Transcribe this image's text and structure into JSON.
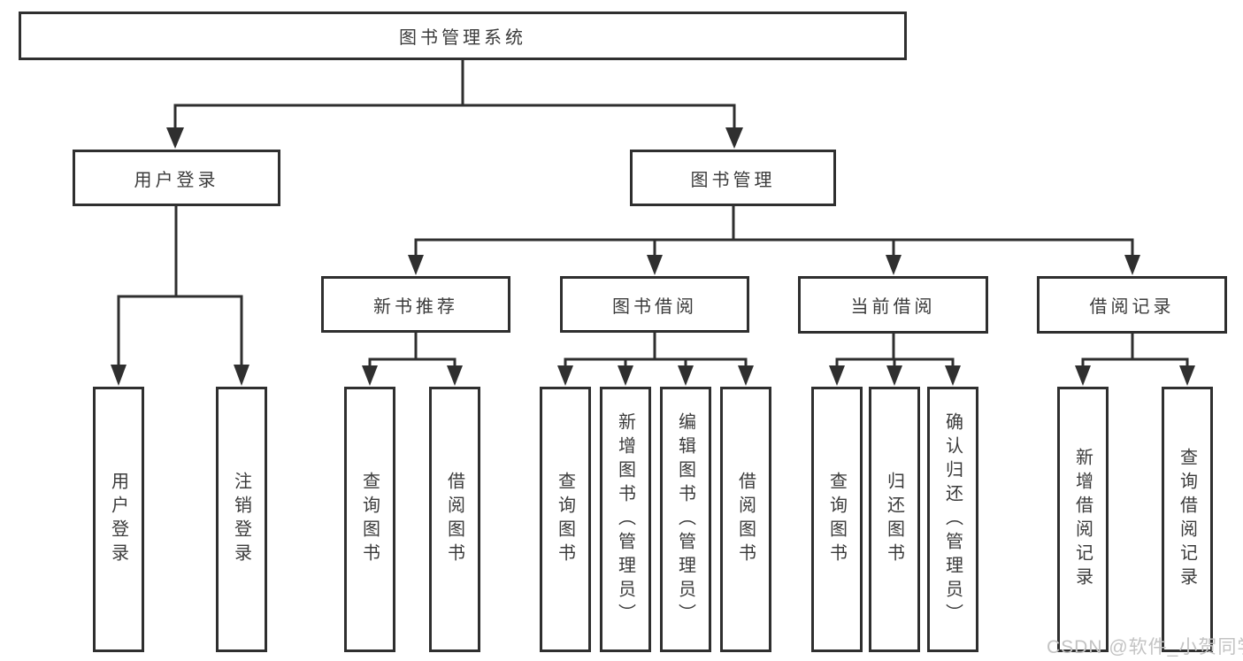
{
  "diagram_type": "hierarchy-tree",
  "colors": {
    "line": "#2f2f2f",
    "box_border": "#2f2f2f",
    "box_background": "#ffffff",
    "text": "#3b3b3b",
    "watermark": "#c3c3c3"
  },
  "watermark": {
    "text": "CSDN @软件_小贺同学"
  },
  "tree": {
    "root": {
      "label": "图书管理系统",
      "children": [
        {
          "label": "用户登录",
          "children": [
            {
              "label": "用户登录"
            },
            {
              "label": "注销登录"
            }
          ]
        },
        {
          "label": "图书管理",
          "children": [
            {
              "label": "新书推荐",
              "children": [
                {
                  "label": "查询图书"
                },
                {
                  "label": "借阅图书"
                }
              ]
            },
            {
              "label": "图书借阅",
              "children": [
                {
                  "label": "查询图书"
                },
                {
                  "label": "新增图书（管理员）"
                },
                {
                  "label": "编辑图书（管理员）"
                },
                {
                  "label": "借阅图书"
                }
              ]
            },
            {
              "label": "当前借阅",
              "children": [
                {
                  "label": "查询图书"
                },
                {
                  "label": "归还图书"
                },
                {
                  "label": "确认归还（管理员）"
                }
              ]
            },
            {
              "label": "借阅记录",
              "children": [
                {
                  "label": "新增借阅记录"
                },
                {
                  "label": "查询借阅记录"
                }
              ]
            }
          ]
        }
      ]
    }
  }
}
